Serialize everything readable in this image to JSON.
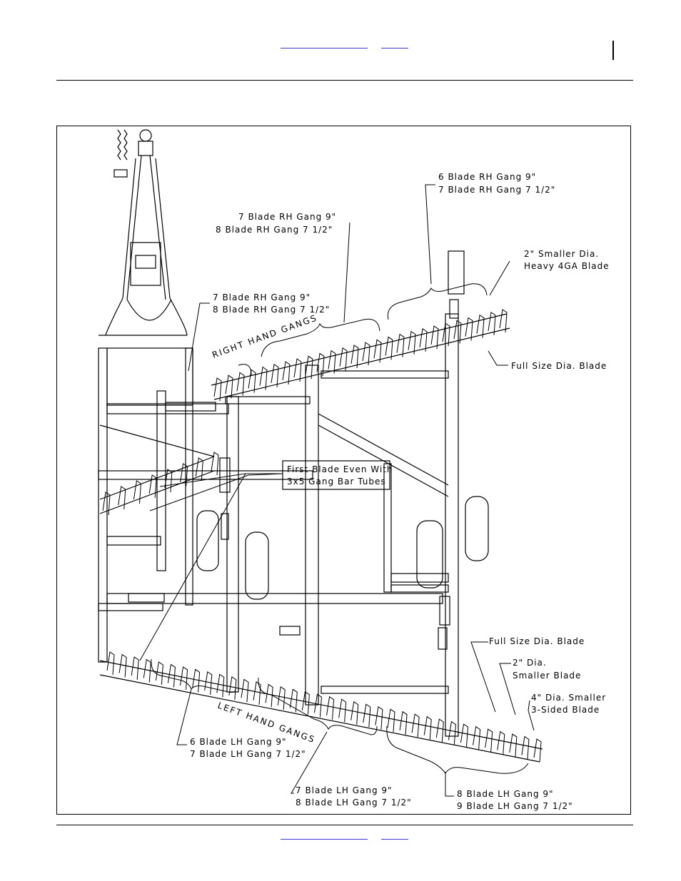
{
  "header": {
    "link_1": "",
    "link_2": ""
  },
  "footer": {
    "link_1": "",
    "link_2": ""
  },
  "diagram": {
    "group_labels": {
      "right_hand_gangs": "RIGHT HAND GANGS",
      "left_hand_gangs": "LEFT HAND GANGS"
    },
    "callouts": {
      "rh_outer_1": "6 Blade RH Gang 9\"",
      "rh_outer_2": "7 Blade RH Gang 7 1/2\"",
      "rh_mid_1": "7 Blade RH Gang 9\"",
      "rh_mid_2": "8 Blade RH Gang 7 1/2\"",
      "rh_inner_1": "7 Blade RH Gang 9\"",
      "rh_inner_2": "8 Blade RH Gang 7 1/2\"",
      "smaller_dia_1": "2\" Smaller Dia.",
      "smaller_dia_2": "Heavy 4GA Blade",
      "full_size_rh": "Full Size Dia. Blade",
      "first_blade_1": "First Blade Even With",
      "first_blade_2": "3x5 Gang Bar Tubes",
      "full_size_lh": "Full Size Dia. Blade",
      "two_in_1": "2\" Dia.",
      "two_in_2": "Smaller Blade",
      "four_in_1": "4\" Dia. Smaller",
      "four_in_2": "3-Sided Blade",
      "lh_inner_1": "6 Blade LH Gang 9\"",
      "lh_inner_2": "7 Blade LH Gang 7 1/2\"",
      "lh_mid_1": "7 Blade LH Gang 9\"",
      "lh_mid_2": "8 Blade LH Gang 7 1/2\"",
      "lh_outer_1": "8 Blade LH Gang 9\"",
      "lh_outer_2": "9 Blade LH Gang 7 1/2\""
    }
  }
}
